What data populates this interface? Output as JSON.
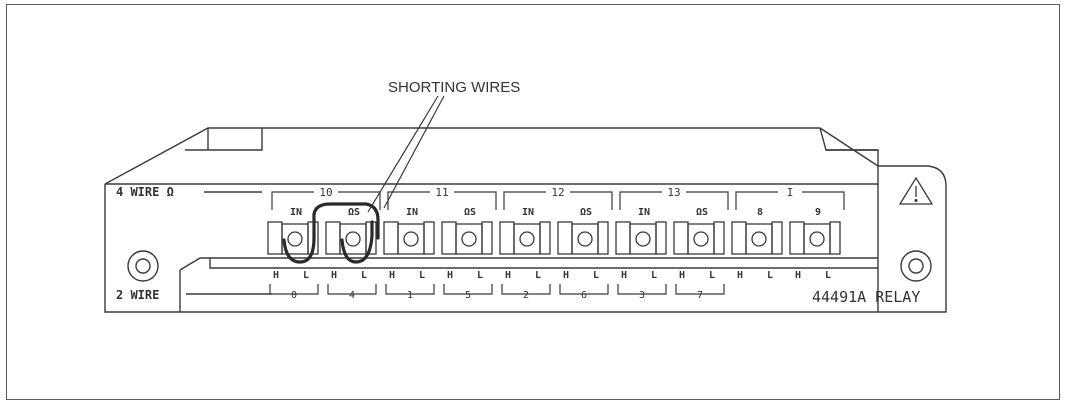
{
  "callout": {
    "text": "SHORTING WIRES"
  },
  "left_labels": {
    "four_wire": "4 WIRE Ω",
    "two_wire": "2 WIRE"
  },
  "model_label": "44491A RELAY",
  "groups": [
    {
      "label": "10",
      "sub": [
        "IN",
        "ΩS"
      ],
      "bottom": [
        "0",
        "4"
      ]
    },
    {
      "label": "11",
      "sub": [
        "IN",
        "ΩS"
      ],
      "bottom": [
        "1",
        "5"
      ]
    },
    {
      "label": "12",
      "sub": [
        "IN",
        "ΩS"
      ],
      "bottom": [
        "2",
        "6"
      ]
    },
    {
      "label": "13",
      "sub": [
        "IN",
        "ΩS"
      ],
      "bottom": [
        "3",
        "7"
      ]
    },
    {
      "label": "I",
      "sub": [
        "8",
        "9"
      ],
      "bottom": [
        "",
        ""
      ]
    }
  ],
  "terminal_pair": [
    "H",
    "L"
  ],
  "warning_icon": "warning-triangle-icon",
  "colors": {
    "line": "#3a3a3a",
    "wire": "#2a2a2a"
  }
}
